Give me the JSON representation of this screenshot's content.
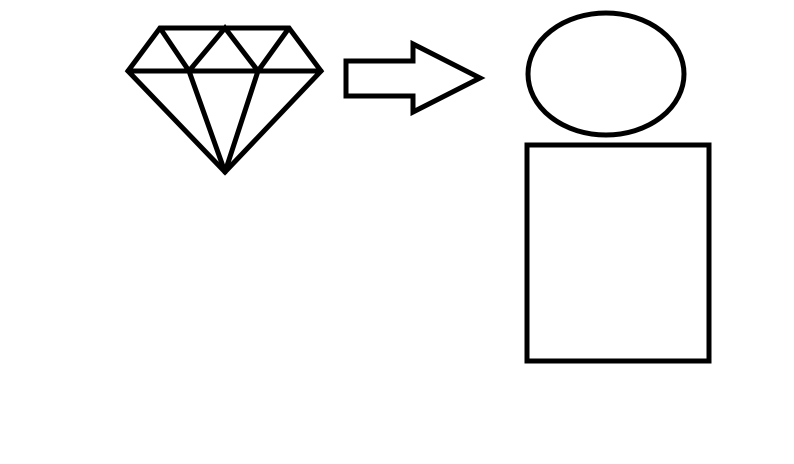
{
  "diagram": {
    "background_color": "#ffffff",
    "stroke_color": "#000000",
    "shapes": [
      {
        "name": "diamond-icon",
        "kind": "diamond gem outline"
      },
      {
        "name": "right-arrow",
        "kind": "outlined arrow pointing right"
      },
      {
        "name": "head-ellipse",
        "kind": "ellipse"
      },
      {
        "name": "body-rectangle",
        "kind": "rectangle"
      }
    ]
  }
}
